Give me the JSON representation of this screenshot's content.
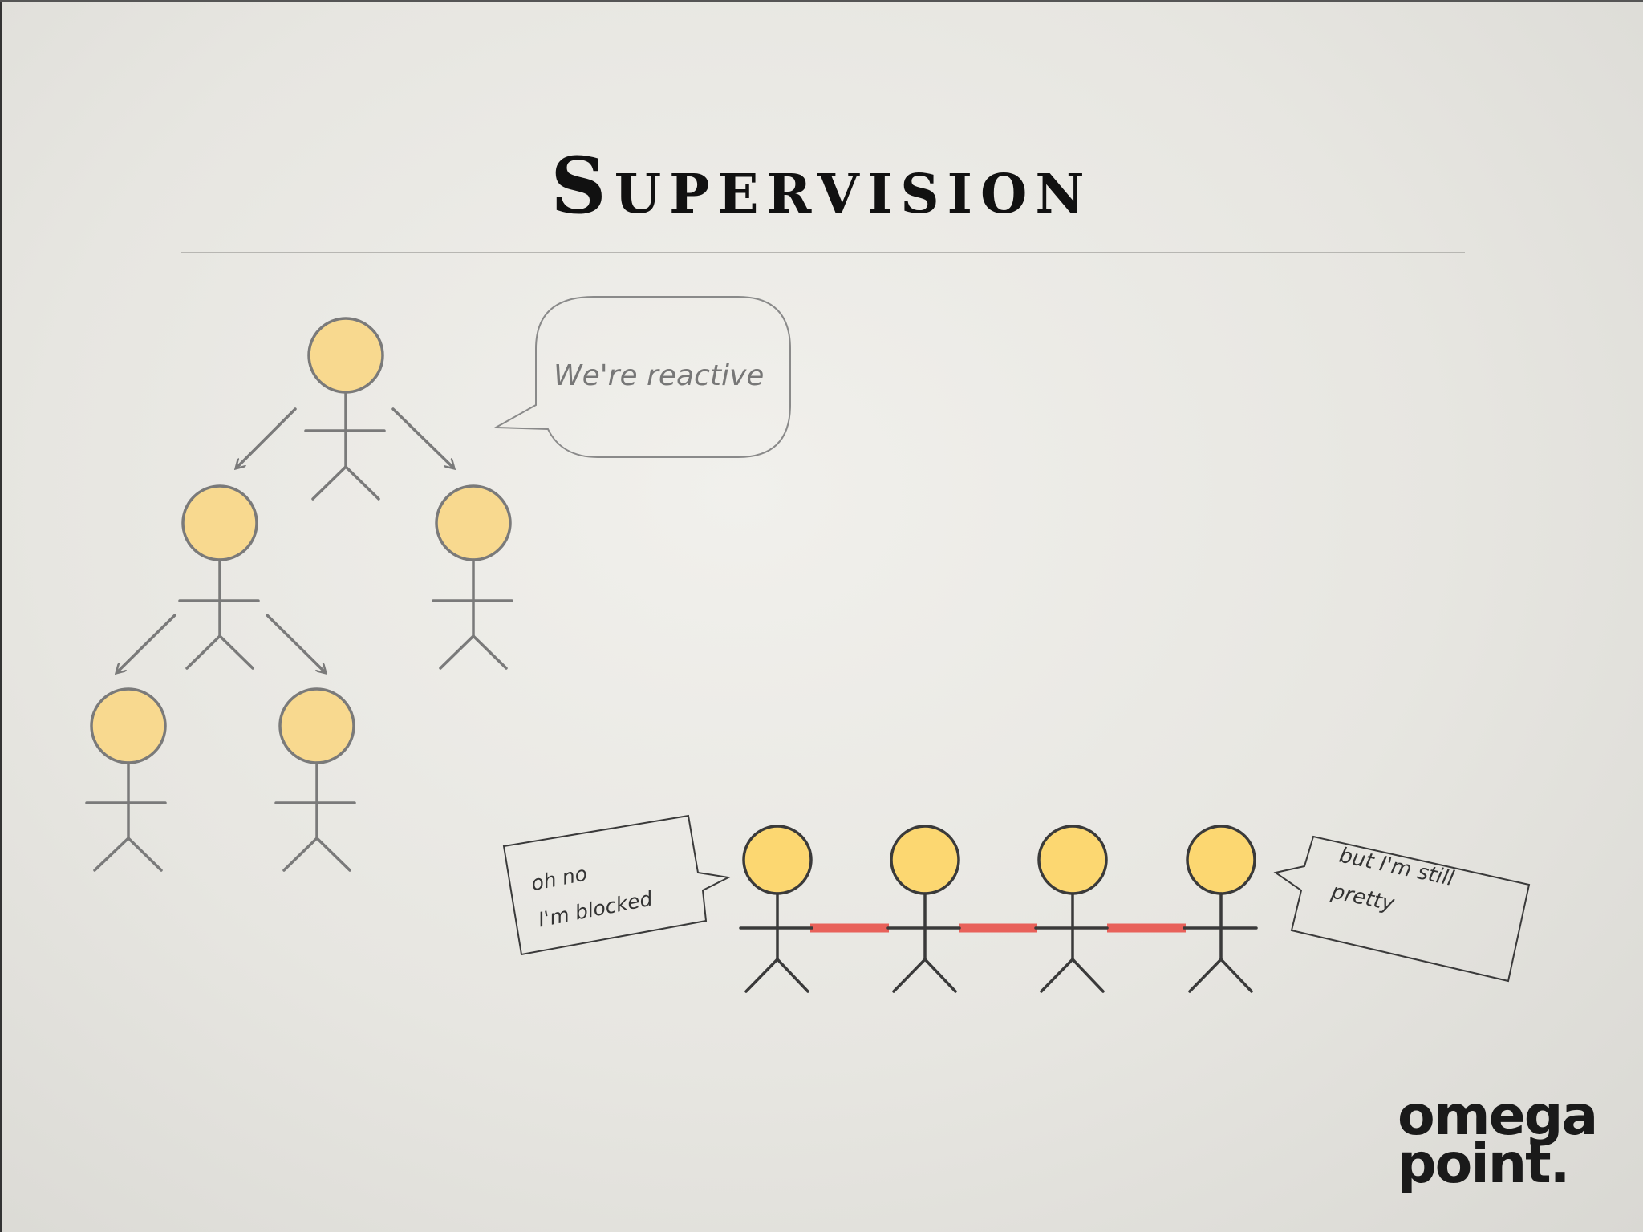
{
  "slide": {
    "title": "Supervision"
  },
  "bubbles": {
    "reactive": "We're reactive",
    "blocked_line1": "oh no",
    "blocked_line2": "I'm blocked",
    "pretty_line1": "but I'm still",
    "pretty_line2": "pretty"
  },
  "logo": {
    "line1": "omega",
    "line2": "point."
  },
  "colors": {
    "head_fill_tree": "#f8d98f",
    "head_fill_chain": "#fcd771",
    "stroke_tree": "#7a7a7a",
    "stroke_chain": "#3a3a3a",
    "block_link": "#e8615a"
  }
}
